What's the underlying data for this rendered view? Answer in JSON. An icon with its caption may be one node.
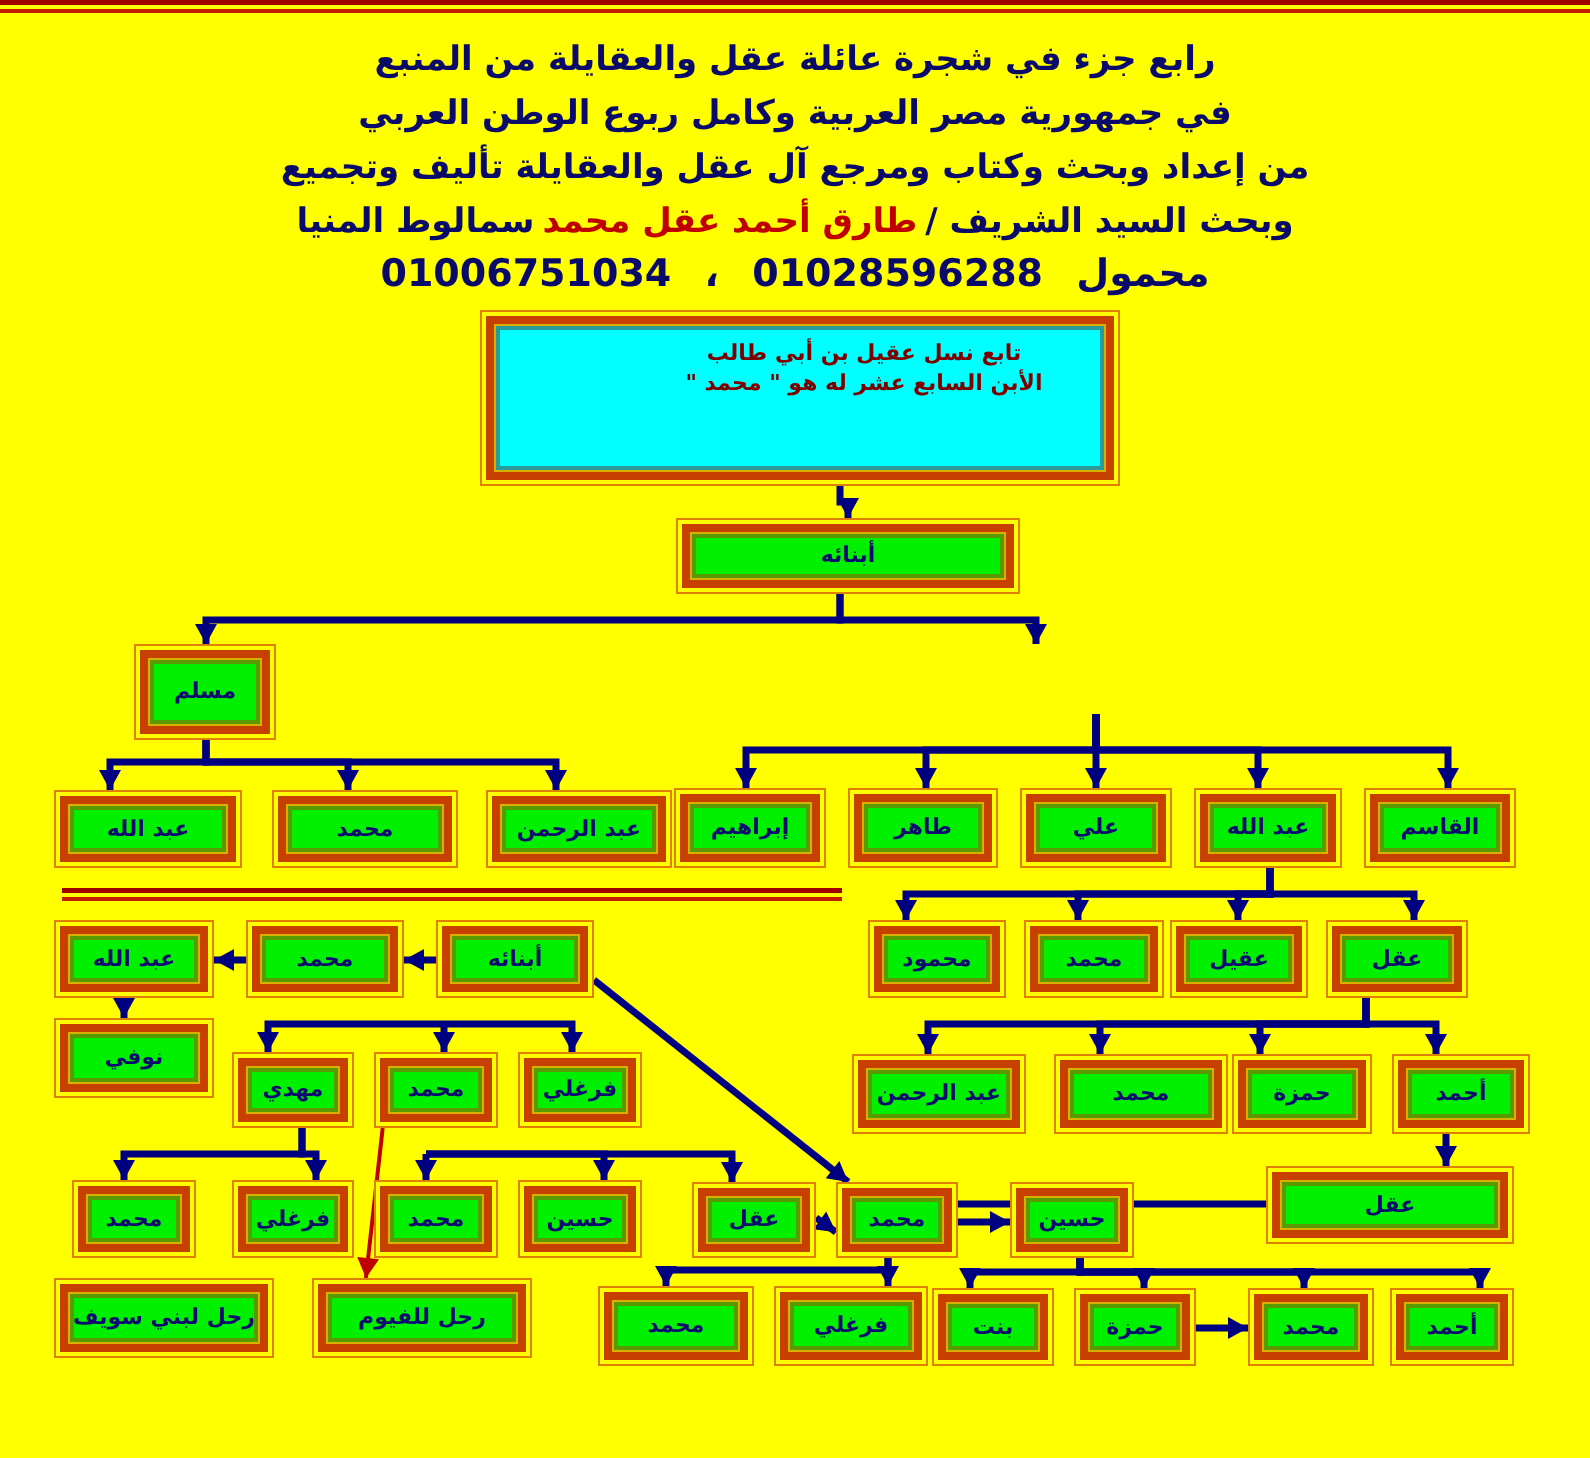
{
  "diagram": {
    "title": "رابع جزء في شجرة عائلة عقل والعقايلة من المنبع في جمهورية مصر العربية وكامل ربوع الوطن العربي",
    "nodes": [
      {
        "text": [
          "تابع نسل عقيل بن أبي طالب",
          "الأبن السابع عشر له هو \" محمد \""
        ]
      },
      {
        "text": [
          "أبنائه"
        ]
      },
      {
        "text": [
          "مسلم"
        ]
      },
      {
        "text": [
          "القاسم"
        ]
      },
      {
        "text": [
          "عبد الله"
        ]
      },
      {
        "text": [
          "علي"
        ]
      },
      {
        "text": [
          "طاهر"
        ]
      },
      {
        "text": [
          "إبراهيم"
        ]
      },
      {
        "text": [
          "عبد الرحمن"
        ]
      },
      {
        "text": [
          "محمد"
        ]
      },
      {
        "text": [
          "عبد الله"
        ]
      },
      {
        "text": [
          "عقل"
        ]
      },
      {
        "text": [
          "عقيل"
        ]
      },
      {
        "text": [
          "محمد"
        ]
      },
      {
        "text": [
          "محمود"
        ]
      },
      {
        "text": [
          "أبنائه"
        ]
      },
      {
        "text": [
          "محمد"
        ]
      },
      {
        "text": [
          "عبد الله"
        ]
      },
      {
        "text": [
          "نوفي"
        ]
      },
      {
        "text": [
          "أحمد"
        ]
      },
      {
        "text": [
          "حمزة"
        ]
      },
      {
        "text": [
          "محمد"
        ]
      },
      {
        "text": [
          "عبد الرحمن"
        ]
      },
      {
        "text": [
          "فرغلي"
        ]
      },
      {
        "text": [
          "محمد"
        ]
      },
      {
        "text": [
          "مهدي"
        ]
      },
      {
        "text": [
          "عقل"
        ]
      },
      {
        "text": [
          "حسين"
        ]
      },
      {
        "text": [
          "محمد"
        ]
      },
      {
        "text": [
          "عقل"
        ]
      },
      {
        "text": [
          "حسين"
        ]
      },
      {
        "text": [
          "محمد"
        ]
      },
      {
        "text": [
          "فرغلي"
        ]
      },
      {
        "text": [
          "محمد"
        ]
      },
      {
        "text": [
          "أحمد"
        ]
      },
      {
        "text": [
          "محمد"
        ]
      },
      {
        "text": [
          "حمزة"
        ]
      },
      {
        "text": [
          "بنت"
        ]
      },
      {
        "text": [
          "فرغلي"
        ]
      },
      {
        "text": [
          "محمد"
        ]
      },
      {
        "text": [
          "رحل للفيوم"
        ]
      },
      {
        "text": [
          "رحل لبني سويف"
        ]
      }
    ],
    "edges": [
      {
        "from": 0,
        "to": 1,
        "arrow": "to"
      },
      {
        "from": 1,
        "to": 2,
        "arrow": "to"
      },
      {
        "from": 1,
        "to": null,
        "arrow": "to"
      },
      {
        "from": null,
        "to": 3,
        "arrow": "to"
      },
      {
        "from": null,
        "to": 4,
        "arrow": "to"
      },
      {
        "from": null,
        "to": 5,
        "arrow": "to"
      },
      {
        "from": null,
        "to": 6,
        "arrow": "to"
      },
      {
        "from": null,
        "to": 7,
        "arrow": "to"
      },
      {
        "from": 2,
        "to": 8,
        "arrow": "to"
      },
      {
        "from": 2,
        "to": 9,
        "arrow": "to"
      },
      {
        "from": 2,
        "to": 10,
        "arrow": "to"
      },
      {
        "from": 4,
        "to": 11,
        "arrow": "to"
      },
      {
        "from": 4,
        "to": 12,
        "arrow": "to"
      },
      {
        "from": 4,
        "to": 13,
        "arrow": "to"
      },
      {
        "from": 4,
        "to": 14,
        "arrow": "to"
      },
      {
        "from": 15,
        "to": 16,
        "arrow": "to"
      },
      {
        "from": 16,
        "to": 17,
        "arrow": "to"
      },
      {
        "from": 17,
        "to": 18,
        "arrow": "to"
      },
      {
        "from": 15,
        "to": 28,
        "arrow": "to"
      },
      {
        "from": null,
        "to": 23,
        "arrow": "to"
      },
      {
        "from": null,
        "to": 24,
        "arrow": "to"
      },
      {
        "from": null,
        "to": 25,
        "arrow": "to"
      },
      {
        "from": 11,
        "to": 19,
        "arrow": "to"
      },
      {
        "from": 11,
        "to": 20,
        "arrow": "to"
      },
      {
        "from": 11,
        "to": 21,
        "arrow": "to"
      },
      {
        "from": 11,
        "to": 22,
        "arrow": "to"
      },
      {
        "from": 19,
        "to": 26,
        "arrow": "to"
      },
      {
        "from": 26,
        "to": 27,
        "arrow": "none"
      },
      {
        "from": 28,
        "to": 27,
        "arrow": "to"
      },
      {
        "from": 29,
        "to": 28,
        "arrow": "to"
      },
      {
        "from": 25,
        "to": 32,
        "arrow": "to"
      },
      {
        "from": 25,
        "to": 33,
        "arrow": "to"
      },
      {
        "from": null,
        "to": 31,
        "arrow": "to"
      },
      {
        "from": null,
        "to": 30,
        "arrow": "to"
      },
      {
        "from": null,
        "to": 29,
        "arrow": "to"
      },
      {
        "from": 24,
        "to": 40,
        "arrow": "to",
        "color": "#c00000"
      },
      {
        "from": 28,
        "to": 39,
        "arrow": "to"
      },
      {
        "from": 28,
        "to": 38,
        "arrow": "to"
      },
      {
        "from": 27,
        "to": 37,
        "arrow": "to"
      },
      {
        "from": 27,
        "to": 36,
        "arrow": "to"
      },
      {
        "from": 27,
        "to": 35,
        "arrow": "to"
      },
      {
        "from": 27,
        "to": 34,
        "arrow": "to"
      },
      {
        "from": 36,
        "to": 35,
        "arrow": "to"
      },
      {
        "from": 27,
        "to": 28,
        "arrow": "none"
      }
    ],
    "labels": [
      "من إعداد وبحث وكتاب ومرجع آل عقل والعقايلة تأليف وتجميع",
      "وبحث السيد الشريف /",
      "طارق أحمد عقل محمد",
      "سمالوط المنيا",
      "محمول 01028596288 ، 01006751034"
    ]
  }
}
